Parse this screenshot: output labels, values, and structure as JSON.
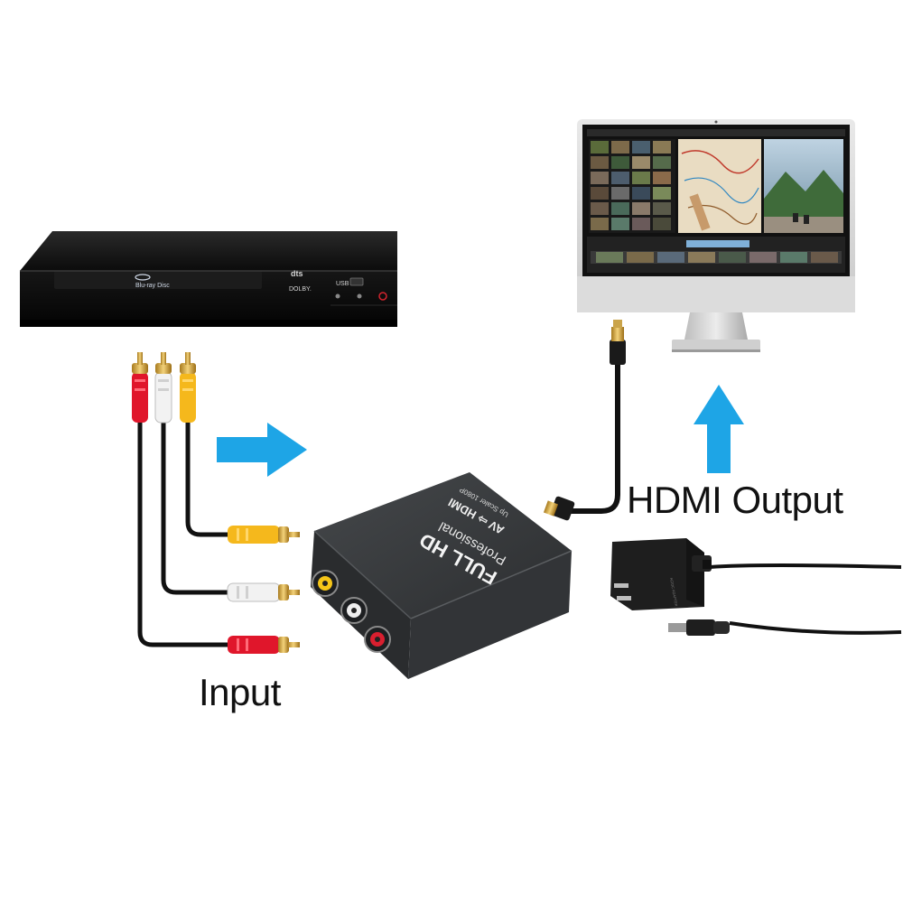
{
  "labels": {
    "input": "Input",
    "hdmi_output": "HDMI Output"
  },
  "devices": {
    "bluray_player": {
      "logo": "Blu-ray Disc",
      "badges": [
        "dts",
        "DOLBY.",
        "USB"
      ]
    },
    "converter": {
      "title": "FULL HD",
      "subtitle": "Professional",
      "signal_path": "AV ⇨ HDMI",
      "scaler_note": "Up Scaler 1080P"
    },
    "power_adapter": {
      "label": "AC/DC ADAPTER"
    }
  },
  "icons": {
    "input_arrow": "arrow-right-icon",
    "output_arrow": "arrow-up-icon"
  },
  "colors": {
    "arrow": "#1ea5e6",
    "rca_red": "#e0162b",
    "rca_white": "#f2f2f2",
    "rca_yellow": "#f5b81c",
    "cable": "#111111",
    "converter_body": "#3a3c3e"
  }
}
